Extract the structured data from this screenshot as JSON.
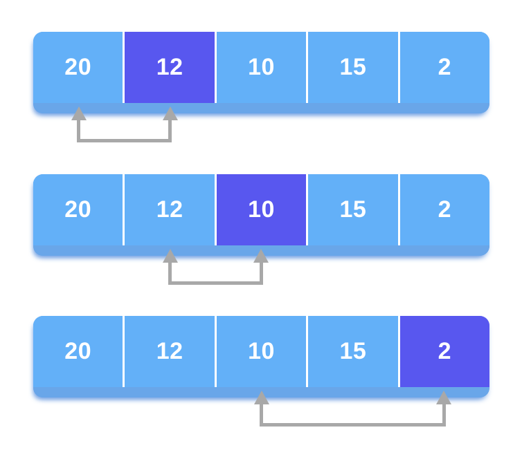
{
  "colors": {
    "cell_blue": "#63B0F8",
    "highlight_purple": "#5857EF",
    "shadow_strip_blue": "#69A6E9",
    "arrow_gray": "#A8A8A8",
    "divider_white": "#FFFFFF",
    "text_white": "#FFFFFF",
    "background": "#FFFFFF"
  },
  "rows": [
    {
      "cells": [
        {
          "value": "20"
        },
        {
          "value": "12"
        },
        {
          "value": "10"
        },
        {
          "value": "15"
        },
        {
          "value": "2"
        }
      ],
      "highlight_index": 1,
      "arrow": {
        "from_index": 0,
        "to_index": 1
      }
    },
    {
      "cells": [
        {
          "value": "20"
        },
        {
          "value": "12"
        },
        {
          "value": "10"
        },
        {
          "value": "15"
        },
        {
          "value": "2"
        }
      ],
      "highlight_index": 2,
      "arrow": {
        "from_index": 1,
        "to_index": 2
      }
    },
    {
      "cells": [
        {
          "value": "20"
        },
        {
          "value": "12"
        },
        {
          "value": "10"
        },
        {
          "value": "15"
        },
        {
          "value": "2"
        }
      ],
      "highlight_index": 4,
      "arrow": {
        "from_index": 2,
        "to_index": 4
      }
    }
  ]
}
